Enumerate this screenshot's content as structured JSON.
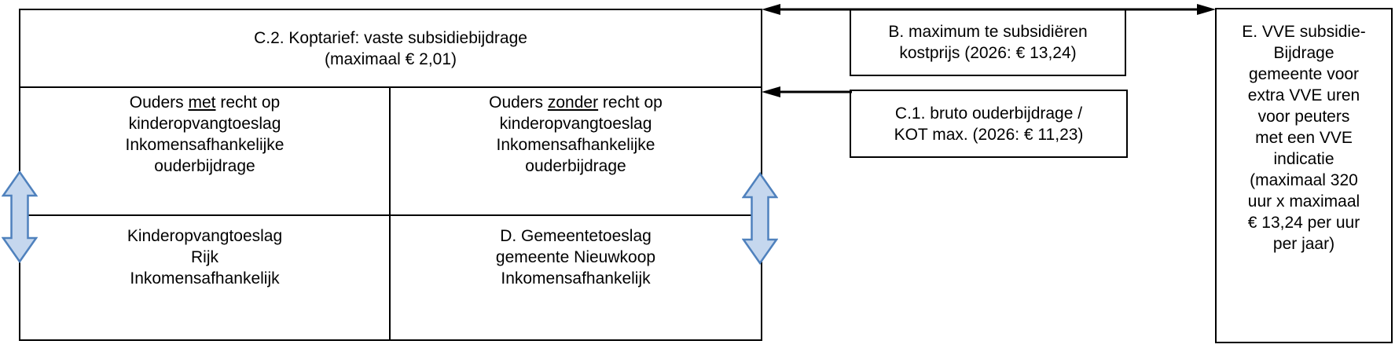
{
  "diagram": {
    "header_c2": {
      "line1": "C.2. Koptarief: vaste subsidiebijdrage",
      "line2": "(maximaal € 2,01)"
    },
    "cell_parents_with_kot": {
      "pre": "Ouders ",
      "underline": "met",
      "post": " recht op",
      "line2": "kinderopvangtoeslag",
      "line3": "Inkomensafhankelijke",
      "line4": "ouderbijdrage"
    },
    "cell_parents_without_kot": {
      "pre": "Ouders ",
      "underline": "zonder",
      "post": " recht op",
      "line2": "kinderopvangtoeslag",
      "line3": "Inkomensafhankelijke",
      "line4": "ouderbijdrage"
    },
    "cell_kot_rijk": {
      "line1": "Kinderopvangtoeslag",
      "line2": "Rijk",
      "line3": "Inkomensafhankelijk"
    },
    "cell_gemeentetoeslag": {
      "line1": "D. Gemeentetoeslag",
      "line2": "gemeente Nieuwkoop",
      "line3": "Inkomensafhankelijk"
    },
    "box_b": {
      "line1": "B. maximum te subsidiëren",
      "line2": "kostprijs (2026: € 13,24)"
    },
    "box_c1": {
      "line1": "C.1. bruto ouderbijdrage /",
      "line2": "KOT max. (2026: € 11,23)"
    },
    "box_e": {
      "lines": [
        "E. VVE subsidie-",
        "Bijdrage",
        "gemeente voor",
        "extra VVE uren",
        "voor peuters",
        "met een VVE",
        "indicatie",
        "(maximaal 320",
        "uur x maximaal",
        "€ 13,24 per uur",
        "per jaar)"
      ]
    },
    "colors": {
      "arrow_fill": "#c5d7ee",
      "arrow_stroke": "#4f81bd",
      "line": "#000000",
      "text": "#000000",
      "background": "#ffffff"
    }
  }
}
